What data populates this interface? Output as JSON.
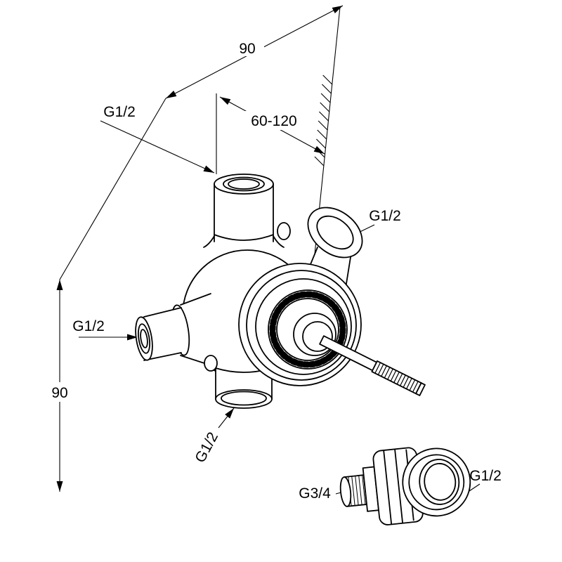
{
  "drawing": {
    "dimensions": {
      "top_offset": "90",
      "mounting_depth_range": "60-120",
      "height": "90"
    },
    "connections": {
      "top": "G1/2",
      "right": "G1/2",
      "left": "G1/2",
      "bottom": "G1/2"
    },
    "adapter": {
      "male_thread": "G3/4",
      "female_thread": "G1/2"
    },
    "colors": {
      "line": "#000000",
      "background": "#ffffff"
    }
  }
}
